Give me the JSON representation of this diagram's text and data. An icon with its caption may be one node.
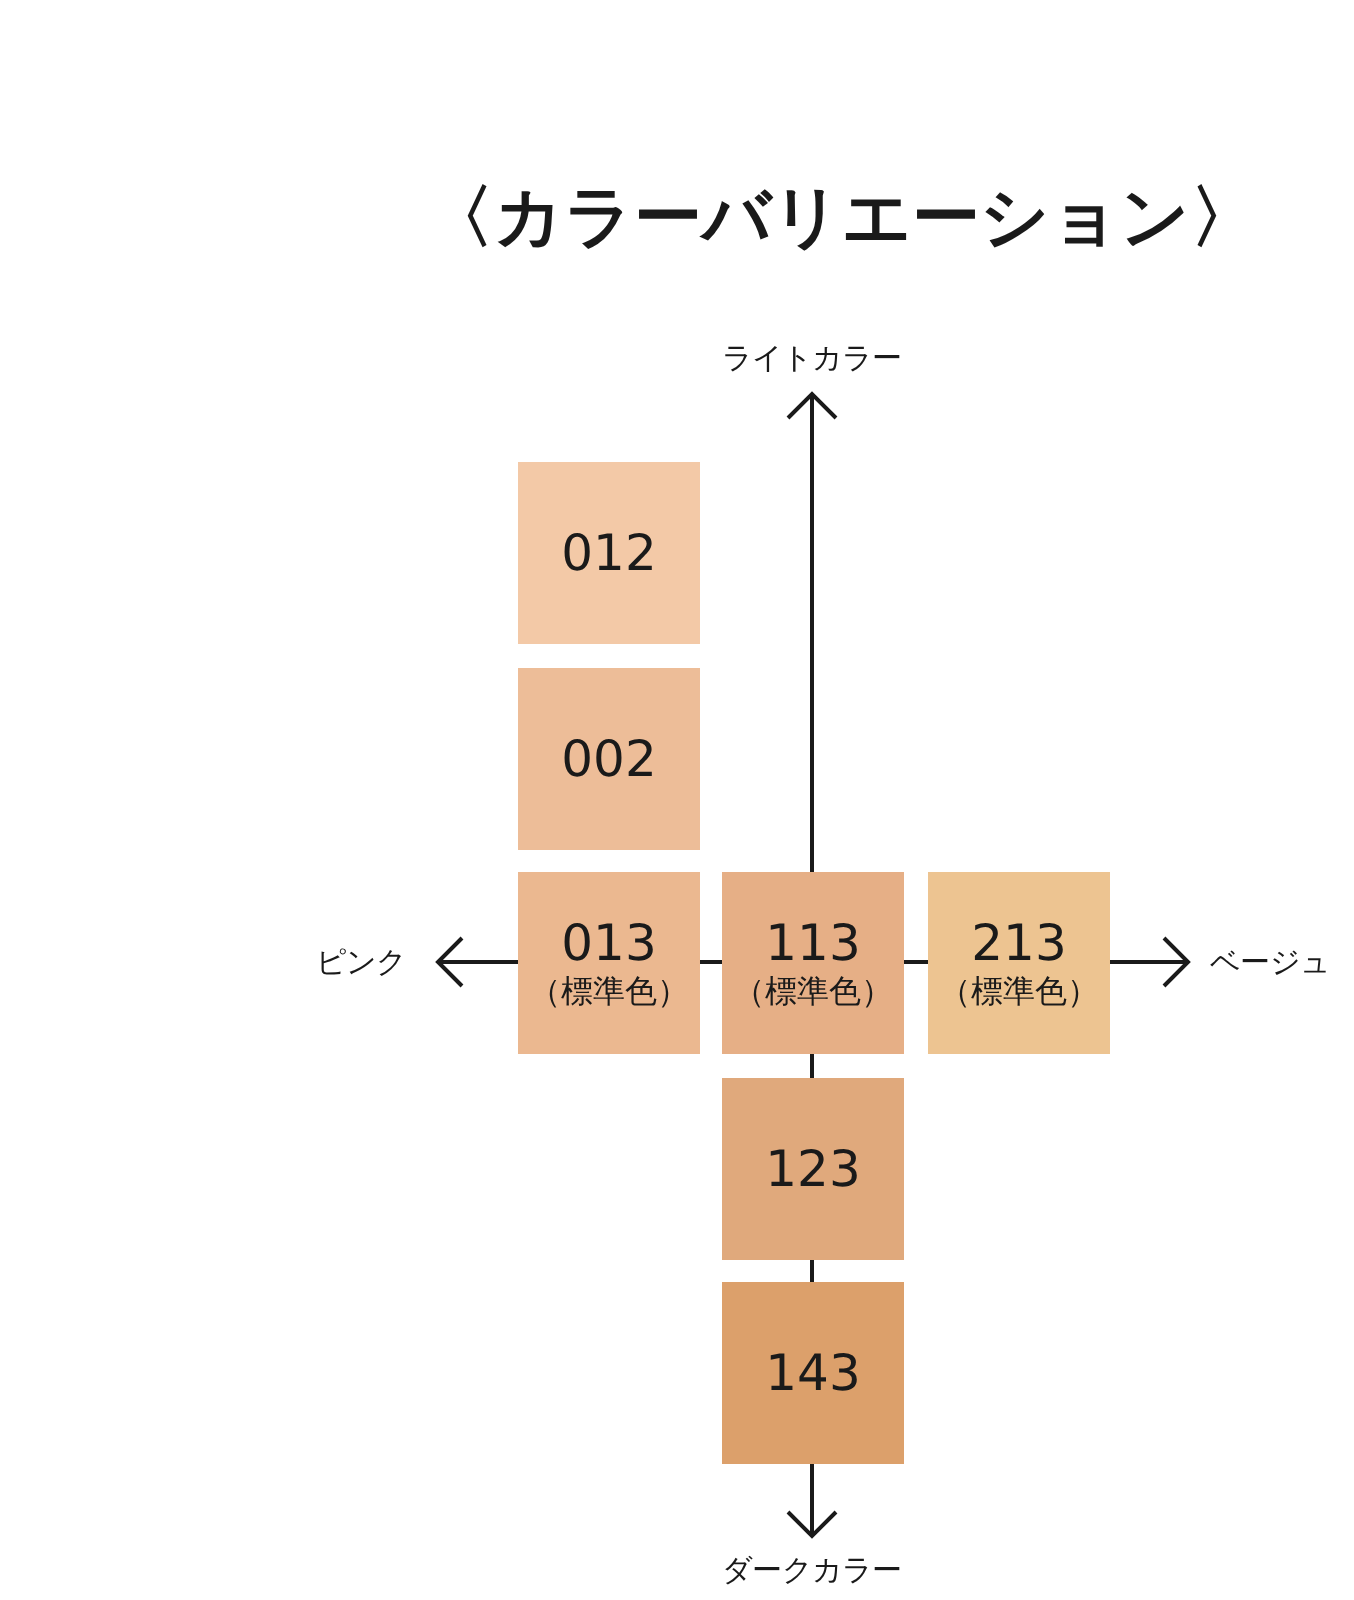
{
  "diagram": {
    "title": "〈カラーバリエーション〉",
    "nodes": [
      {
        "text": [
          "012"
        ]
      },
      {
        "text": [
          "002"
        ]
      },
      {
        "text": [
          "013",
          "（標準色）"
        ]
      },
      {
        "text": [
          "113",
          "（標準色）"
        ]
      },
      {
        "text": [
          "213",
          "（標準色）"
        ]
      },
      {
        "text": [
          "123"
        ]
      },
      {
        "text": [
          "143"
        ]
      }
    ],
    "labels": [
      "ライトカラー",
      "ピンク",
      "ベージュ",
      "ダークカラー"
    ]
  }
}
